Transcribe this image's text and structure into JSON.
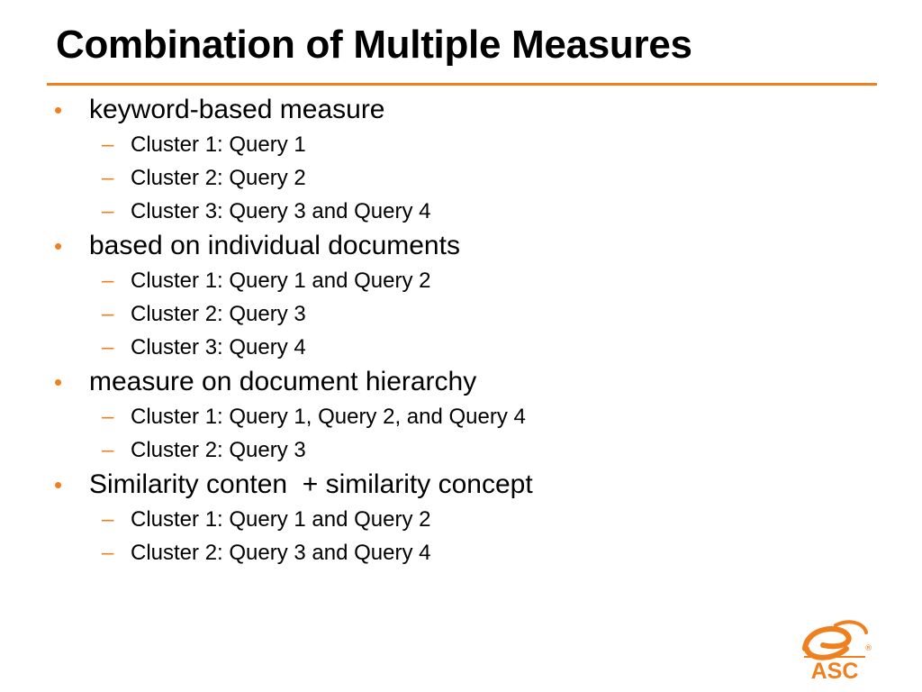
{
  "slide": {
    "title": "Combination of Multiple Measures"
  },
  "colors": {
    "accent": "#f07f1e",
    "text": "#000000",
    "background": "#ffffff"
  },
  "bullet_marker": "•",
  "sub_marker": "–",
  "sections": [
    {
      "heading": "keyword-based measure",
      "items": [
        "Cluster 1: Query 1",
        "Cluster 2: Query 2",
        "Cluster 3: Query 3 and Query 4"
      ]
    },
    {
      "heading": "based on individual documents",
      "items": [
        "Cluster 1: Query 1 and Query 2",
        "Cluster 2: Query 3",
        "Cluster 3: Query 4"
      ]
    },
    {
      "heading": "measure on document hierarchy",
      "items": [
        "Cluster 1: Query 1, Query 2, and Query 4",
        "Cluster 2: Query 3"
      ]
    },
    {
      "heading": "Similarity conten  + similarity concept",
      "items": [
        "Cluster 1: Query 1 and Query 2",
        "Cluster 2: Query 3 and Query 4"
      ]
    }
  ],
  "logo": {
    "icon": "e-swoosh-logo-icon",
    "registered_mark": "®",
    "text": "ASC"
  }
}
